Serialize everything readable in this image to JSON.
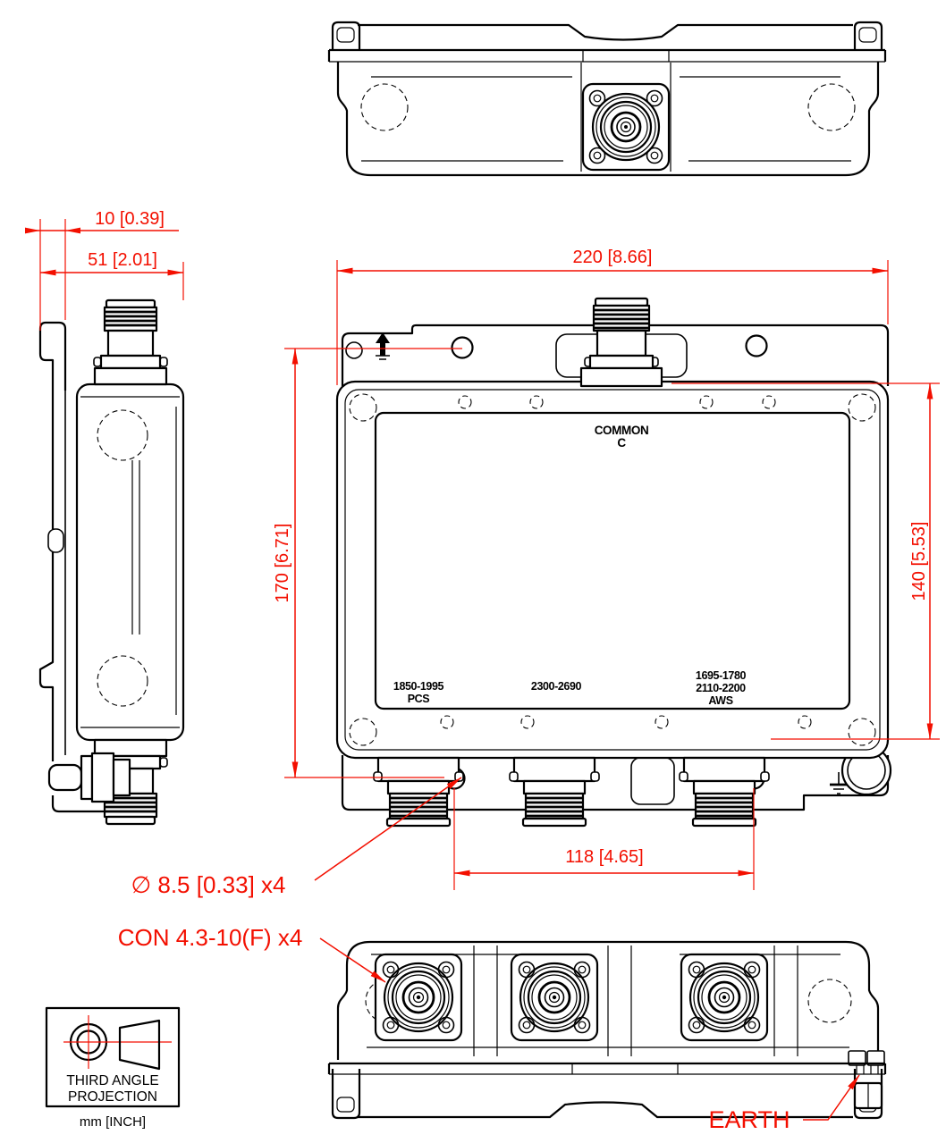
{
  "drawing": {
    "type": "mechanical-engineering-drawing",
    "projection_box": {
      "line1": "THIRD ANGLE",
      "line2": "PROJECTION",
      "units": "mm [INCH]"
    },
    "dimensions": {
      "bracket_tab_depth": "10 [0.39]",
      "side_depth": "51 [2.01]",
      "overall_width": "220 [8.66]",
      "mounting_hole_span_vertical": "170 [6.71]",
      "body_height": "140 [5.53]",
      "bottom_hole_span": "118 [4.65]"
    },
    "callouts": {
      "mounting_hole": "∅ 8.5 [0.33]  x4",
      "connector": "CON 4.3-10(F) x4",
      "earth": "EARTH"
    },
    "port_labels": {
      "common_line1": "COMMON",
      "common_line2": "C",
      "port1_line1": "1850-1995",
      "port1_line2": "PCS",
      "port2_line1": "2300-2690",
      "port3_line1": "1695-1780",
      "port3_line2": "2110-2200",
      "port3_line3": "AWS"
    },
    "colors": {
      "line": "#000000",
      "dimension_red": "#f30f00"
    }
  }
}
